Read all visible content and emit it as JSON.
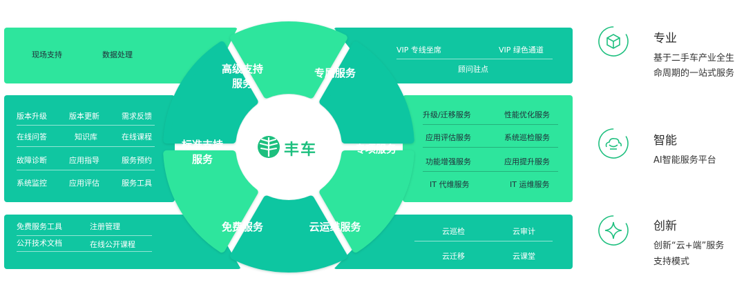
{
  "colors": {
    "bright": "#2ee59d",
    "teal": "#10c6a1",
    "dark": "#0fae8d",
    "brandGreen": "#1dbf7e"
  },
  "brand": {
    "name": "丰车"
  },
  "sectors": {
    "advanced": "高级支持\n服务",
    "exclusive": "专属服务",
    "standard": "标准支持\n服务",
    "special": "专项服务",
    "free": "免费服务",
    "cloud": "云运维服务"
  },
  "panels": {
    "advanced": [
      "现场支持",
      "数据处理"
    ],
    "exclusive": [
      "VIP 专线坐席",
      "VIP 绿色通道",
      "顾问驻点"
    ],
    "standard": [
      "版本升级",
      "版本更新",
      "需求反馈",
      "在线问答",
      "知识库",
      "在线课程",
      "故障诊断",
      "应用指导",
      "服务预约",
      "系统监控",
      "应用评估",
      "服务工具"
    ],
    "special": [
      "升级/迁移服务",
      "性能优化服务",
      "应用评估服务",
      "系统巡检服务",
      "功能增强服务",
      "应用提升服务",
      "IT 代维服务",
      "IT 运维服务"
    ],
    "free": [
      "免费服务工具",
      "注册管理",
      "公开技术文档",
      "在线公开课程"
    ],
    "cloud": [
      "云巡检",
      "云审计",
      "云迁移",
      "云课堂"
    ]
  },
  "features": [
    {
      "title": "专业",
      "desc": [
        "基于二手车产业全生",
        "命周期的一站式服务"
      ],
      "icon": "cube-icon"
    },
    {
      "title": "智能",
      "desc": [
        "AI智能服务平台"
      ],
      "icon": "cloud-ai-icon"
    },
    {
      "title": "创新",
      "desc": [
        "创新“云+端”服务",
        "支持模式"
      ],
      "icon": "sparkle-icon"
    }
  ]
}
